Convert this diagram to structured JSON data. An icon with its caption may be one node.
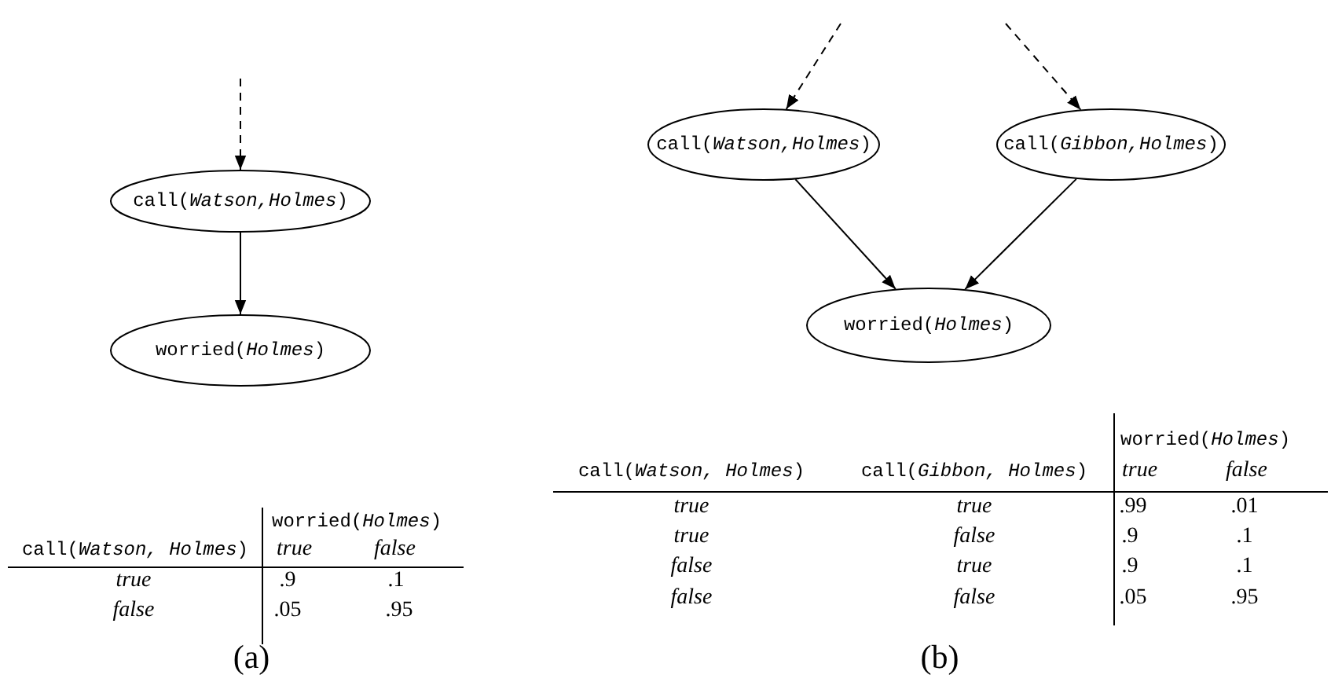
{
  "diagram": {
    "nodes": [
      {
        "text": [
          "call(*Watson,Holmes*)"
        ]
      },
      {
        "text": [
          "worried(*Holmes*)"
        ]
      },
      {
        "text": [
          "call(*Watson,Holmes*)"
        ]
      },
      {
        "text": [
          "call(*Gibbon,Holmes*)"
        ]
      },
      {
        "text": [
          "worried(*Holmes*)"
        ]
      }
    ],
    "edges": [
      {
        "from": null,
        "to": 0,
        "arrow": "to",
        "style": "dashed"
      },
      {
        "from": 0,
        "to": 1,
        "arrow": "to"
      },
      {
        "from": null,
        "to": 2,
        "arrow": "to",
        "style": "dashed"
      },
      {
        "from": null,
        "to": 3,
        "arrow": "to",
        "style": "dashed"
      },
      {
        "from": 2,
        "to": 4,
        "arrow": "to"
      },
      {
        "from": 3,
        "to": 4,
        "arrow": "to"
      }
    ],
    "labels": [
      "worried(*Holmes*)",
      "call(*Watson, Holmes*)",
      "true",
      "false",
      "true",
      ".9",
      ".1",
      "false",
      ".05",
      ".95",
      "(a)",
      "worried(*Holmes*)",
      "call(*Watson, Holmes*)",
      "call(*Gibbon, Holmes*)",
      "true",
      "false",
      "true",
      "true",
      ".99",
      ".01",
      "true",
      "false",
      ".9",
      ".1",
      "false",
      "true",
      ".9",
      ".1",
      "false",
      "false",
      ".05",
      ".95",
      "(b)"
    ]
  }
}
